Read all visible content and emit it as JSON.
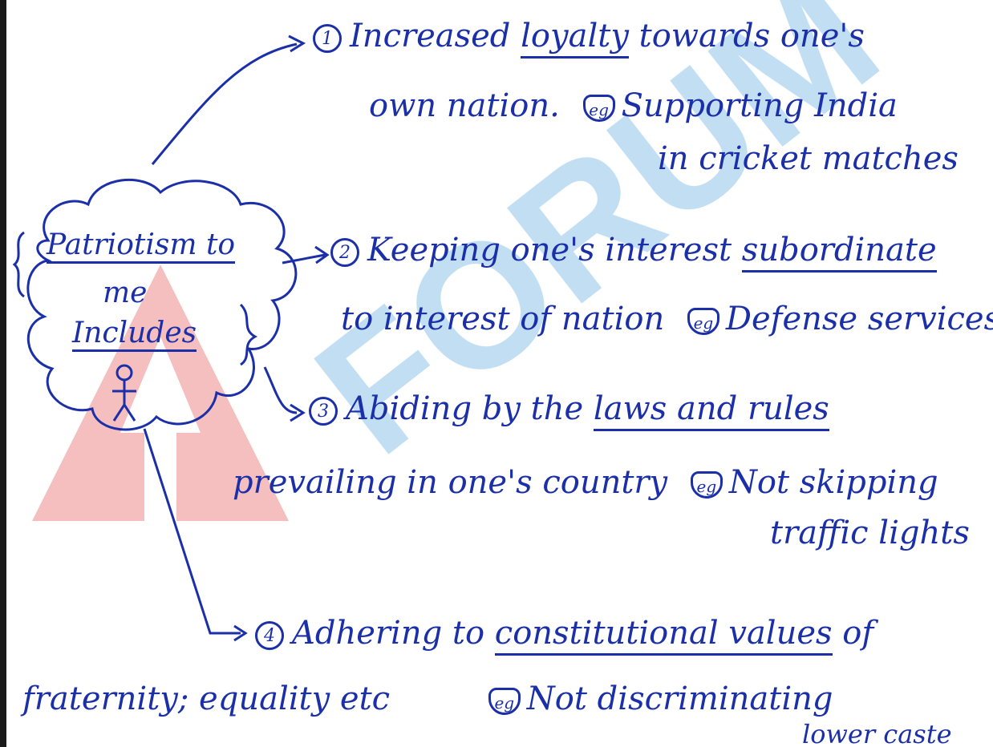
{
  "center": {
    "line1": "Patriotism to",
    "line2": "me",
    "line3": "Includes"
  },
  "points": [
    {
      "number": "1",
      "line1_pre": "Increased ",
      "line1_ul": "loyalty",
      "line1_post": " towards one's",
      "line2": "own nation.",
      "eg_label": "eg",
      "eg_line1": "Supporting India",
      "eg_line2": "in cricket matches"
    },
    {
      "number": "2",
      "line1_pre": "Keeping one's interest ",
      "line1_ul": "subordinate",
      "line1_post": "",
      "line2": "to interest of nation",
      "eg_label": "eg",
      "eg_line1": "Defense services",
      "eg_line2": ""
    },
    {
      "number": "3",
      "line1_pre": "Abiding by the ",
      "line1_ul": "laws and rules",
      "line1_post": "",
      "line2": "prevailing in one's country",
      "eg_label": "eg",
      "eg_line1": "Not skipping",
      "eg_line2": "traffic lights"
    },
    {
      "number": "4",
      "line1_pre": "Adhering to ",
      "line1_ul": "constitutional values",
      "line1_post": " of",
      "line2": "fraternity; equality etc",
      "eg_label": "eg",
      "eg_line1": "Not discriminating",
      "eg_line2": "lower caste"
    }
  ],
  "colors": {
    "ink": "#1b2fa8",
    "watermark_blue": "#8fc4ea",
    "watermark_red": "#ef8a8a"
  }
}
